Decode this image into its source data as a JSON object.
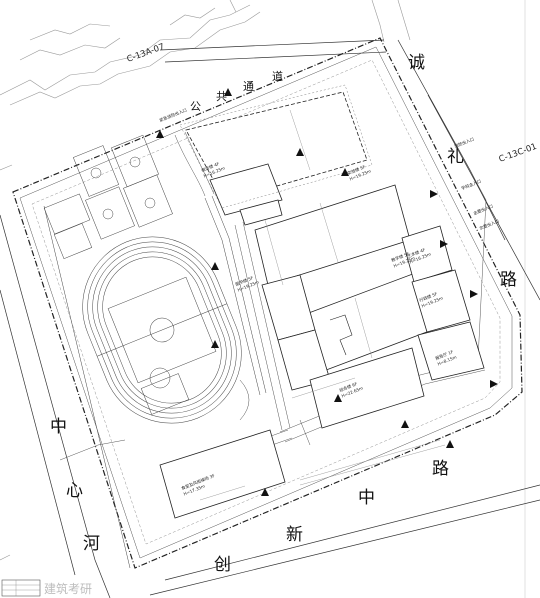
{
  "roads": {
    "public_passage": [
      "公",
      "共",
      "通",
      "道"
    ],
    "chengli_road": [
      "诚",
      "礼",
      "路"
    ],
    "chuangxin_road": [
      "创",
      "新",
      "中",
      "路"
    ],
    "zhongxinhe": [
      "中",
      "心",
      "河"
    ]
  },
  "plot_codes": {
    "north": "C-13A-07",
    "east": "C-13C-01"
  },
  "buildings": {
    "b1": {
      "name": "宿舍楼 4F",
      "height": "H=16.25m"
    },
    "b2": {
      "name": "实验楼 5F",
      "height": "H=19.25m"
    },
    "b3": {
      "name": "教学楼 5F",
      "height": "H=19.25m"
    },
    "b4": {
      "name": "图书楼 5F",
      "height": "H=19.25m"
    },
    "b5": {
      "name": "艺术楼 4F",
      "height": "H=16.25m"
    },
    "b6": {
      "name": "行政楼 5F",
      "height": "H=19.25m"
    },
    "b7": {
      "name": "综合楼 6F",
      "height": "H=22.65m"
    },
    "b8": {
      "name": "食堂及风雨操场 3F",
      "height": "H=17.35m"
    },
    "b9": {
      "name": "报告厅 1F",
      "height": "H=8.15m"
    }
  },
  "entrances": {
    "north": "紧急消防出入口",
    "east_1": "消防出入口",
    "east_2": "主要出入口",
    "east_3": "学校主入口",
    "east_4": "次要出入口"
  },
  "watermark": "建筑考研"
}
